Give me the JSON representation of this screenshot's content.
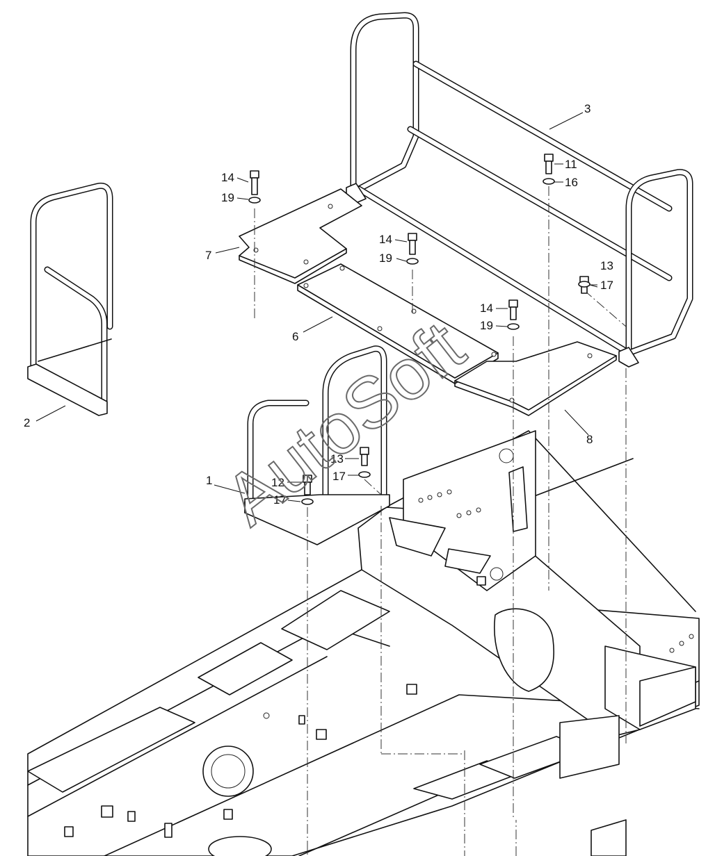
{
  "watermark": "AutoSoft",
  "callouts": [
    {
      "label": "1"
    },
    {
      "label": "2"
    },
    {
      "label": "3"
    },
    {
      "label": "6"
    },
    {
      "label": "7"
    },
    {
      "label": "8"
    },
    {
      "label": "11"
    },
    {
      "label": "12"
    },
    {
      "label": "13"
    },
    {
      "label": "13"
    },
    {
      "label": "14"
    },
    {
      "label": "14"
    },
    {
      "label": "14"
    },
    {
      "label": "16"
    },
    {
      "label": "17"
    },
    {
      "label": "17"
    },
    {
      "label": "17"
    },
    {
      "label": "19"
    },
    {
      "label": "19"
    },
    {
      "label": "19"
    }
  ]
}
